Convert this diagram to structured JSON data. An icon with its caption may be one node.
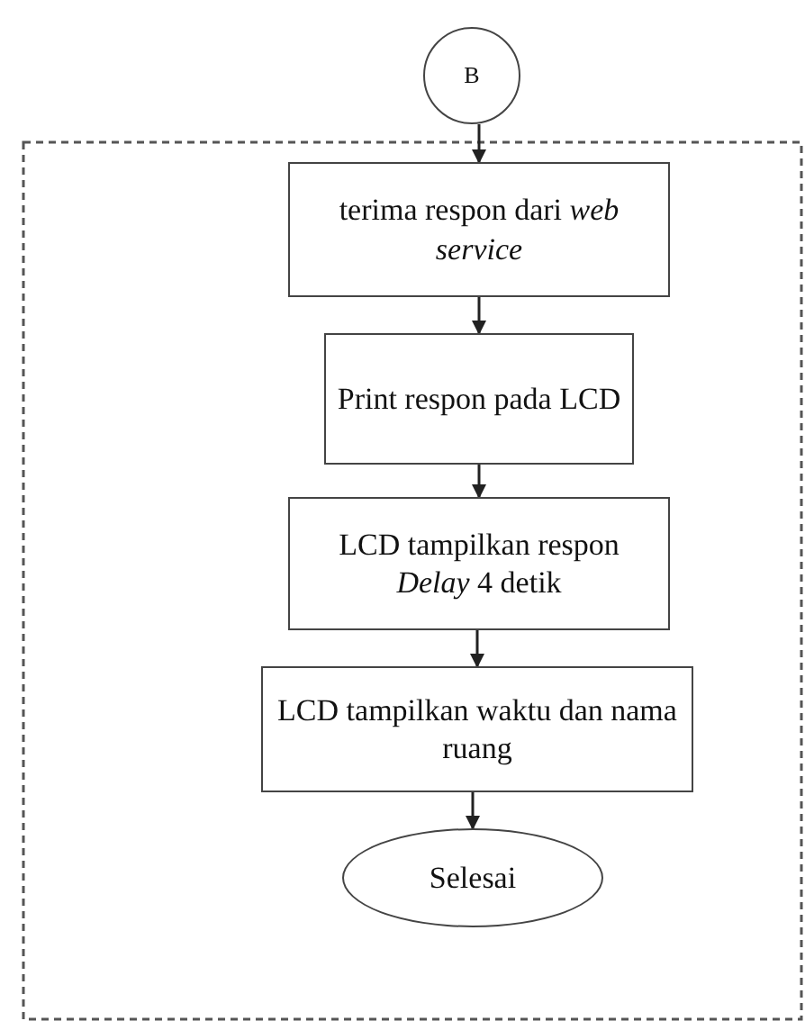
{
  "diagram": {
    "nodes": [
      {
        "text": [
          "B"
        ]
      },
      {
        "text": [
          "terima respon dari *web service*"
        ]
      },
      {
        "text": [
          "Print respon pada LCD"
        ]
      },
      {
        "text": [
          "LCD tampilkan respon",
          "*Delay* 4 detik"
        ]
      },
      {
        "text": [
          "LCD tampilkan waktu dan nama ruang"
        ]
      },
      {
        "text": [
          "Selesai"
        ]
      }
    ],
    "edges": [
      {
        "from": 0,
        "to": 1,
        "arrow": "to"
      },
      {
        "from": 1,
        "to": 2,
        "arrow": "to"
      },
      {
        "from": 2,
        "to": 3,
        "arrow": "to"
      },
      {
        "from": 3,
        "to": 4,
        "arrow": "to"
      },
      {
        "from": 4,
        "to": 5,
        "arrow": "to"
      }
    ]
  }
}
